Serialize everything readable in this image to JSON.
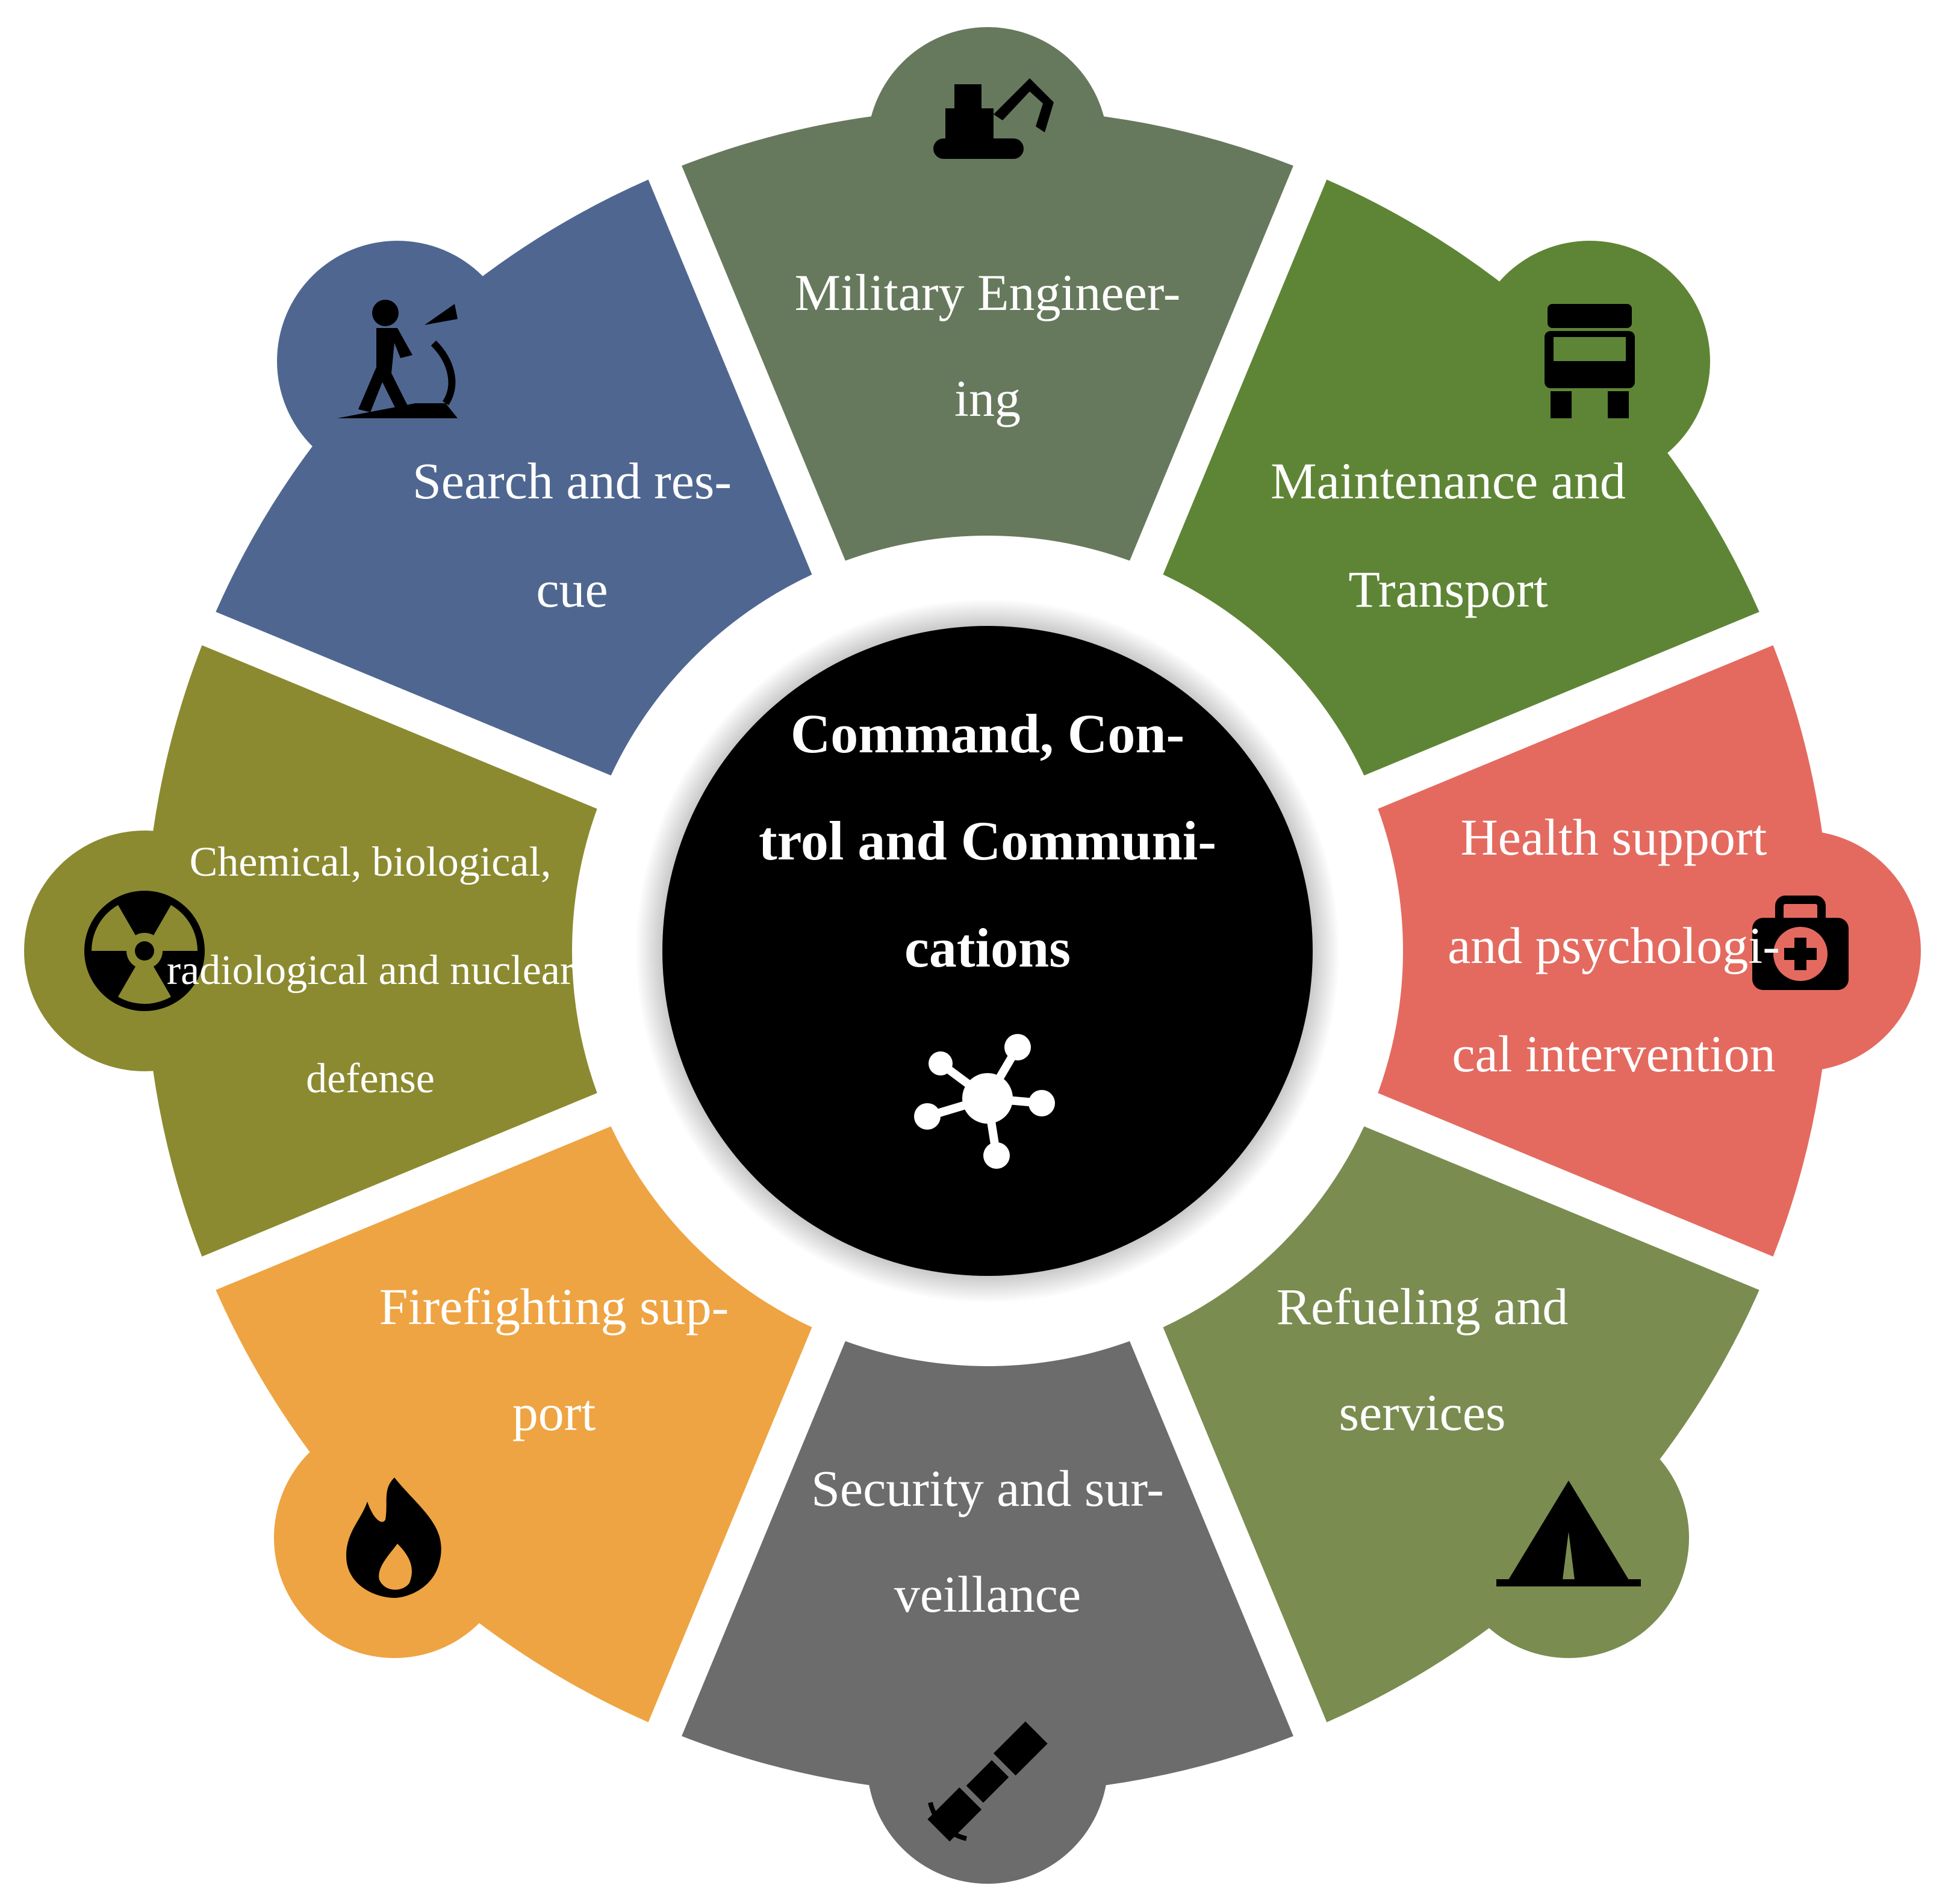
{
  "center": {
    "lines": [
      "Command, Con-",
      "trol and Communi-",
      "cations"
    ],
    "icon": "network-hub-icon",
    "color": "#000000"
  },
  "segments": [
    {
      "id": "military-engineering",
      "lines": [
        "Military Engineer-",
        "ing"
      ],
      "color": "#67795d",
      "icon": "excavator-icon"
    },
    {
      "id": "maintenance-transport",
      "lines": [
        "Maintenance and",
        "Transport"
      ],
      "color": "#5e8535",
      "icon": "truck-icon"
    },
    {
      "id": "health-support",
      "lines": [
        "Health support",
        "and psychologi-",
        "cal intervention"
      ],
      "color": "#e46a5f",
      "icon": "first-aid-kit-icon"
    },
    {
      "id": "refueling-services",
      "lines": [
        "Refueling and",
        "services"
      ],
      "color": "#7a8c50",
      "icon": "tent-icon"
    },
    {
      "id": "security-surveillance",
      "lines": [
        "Security and sur-",
        "veillance"
      ],
      "color": "#6c6c6c",
      "icon": "satellite-icon"
    },
    {
      "id": "firefighting-support",
      "lines": [
        "Firefighting sup-",
        "port"
      ],
      "color": "#eea442",
      "icon": "fire-icon"
    },
    {
      "id": "cbrn-defense",
      "lines": [
        "Chemical, biological,",
        "radiological and nuclear",
        "defense"
      ],
      "color": "#8b8a30",
      "icon": "radiation-icon"
    },
    {
      "id": "search-rescue",
      "lines": [
        "Search and res-",
        "cue"
      ],
      "color": "#4f6790",
      "icon": "rescuer-icon"
    }
  ]
}
